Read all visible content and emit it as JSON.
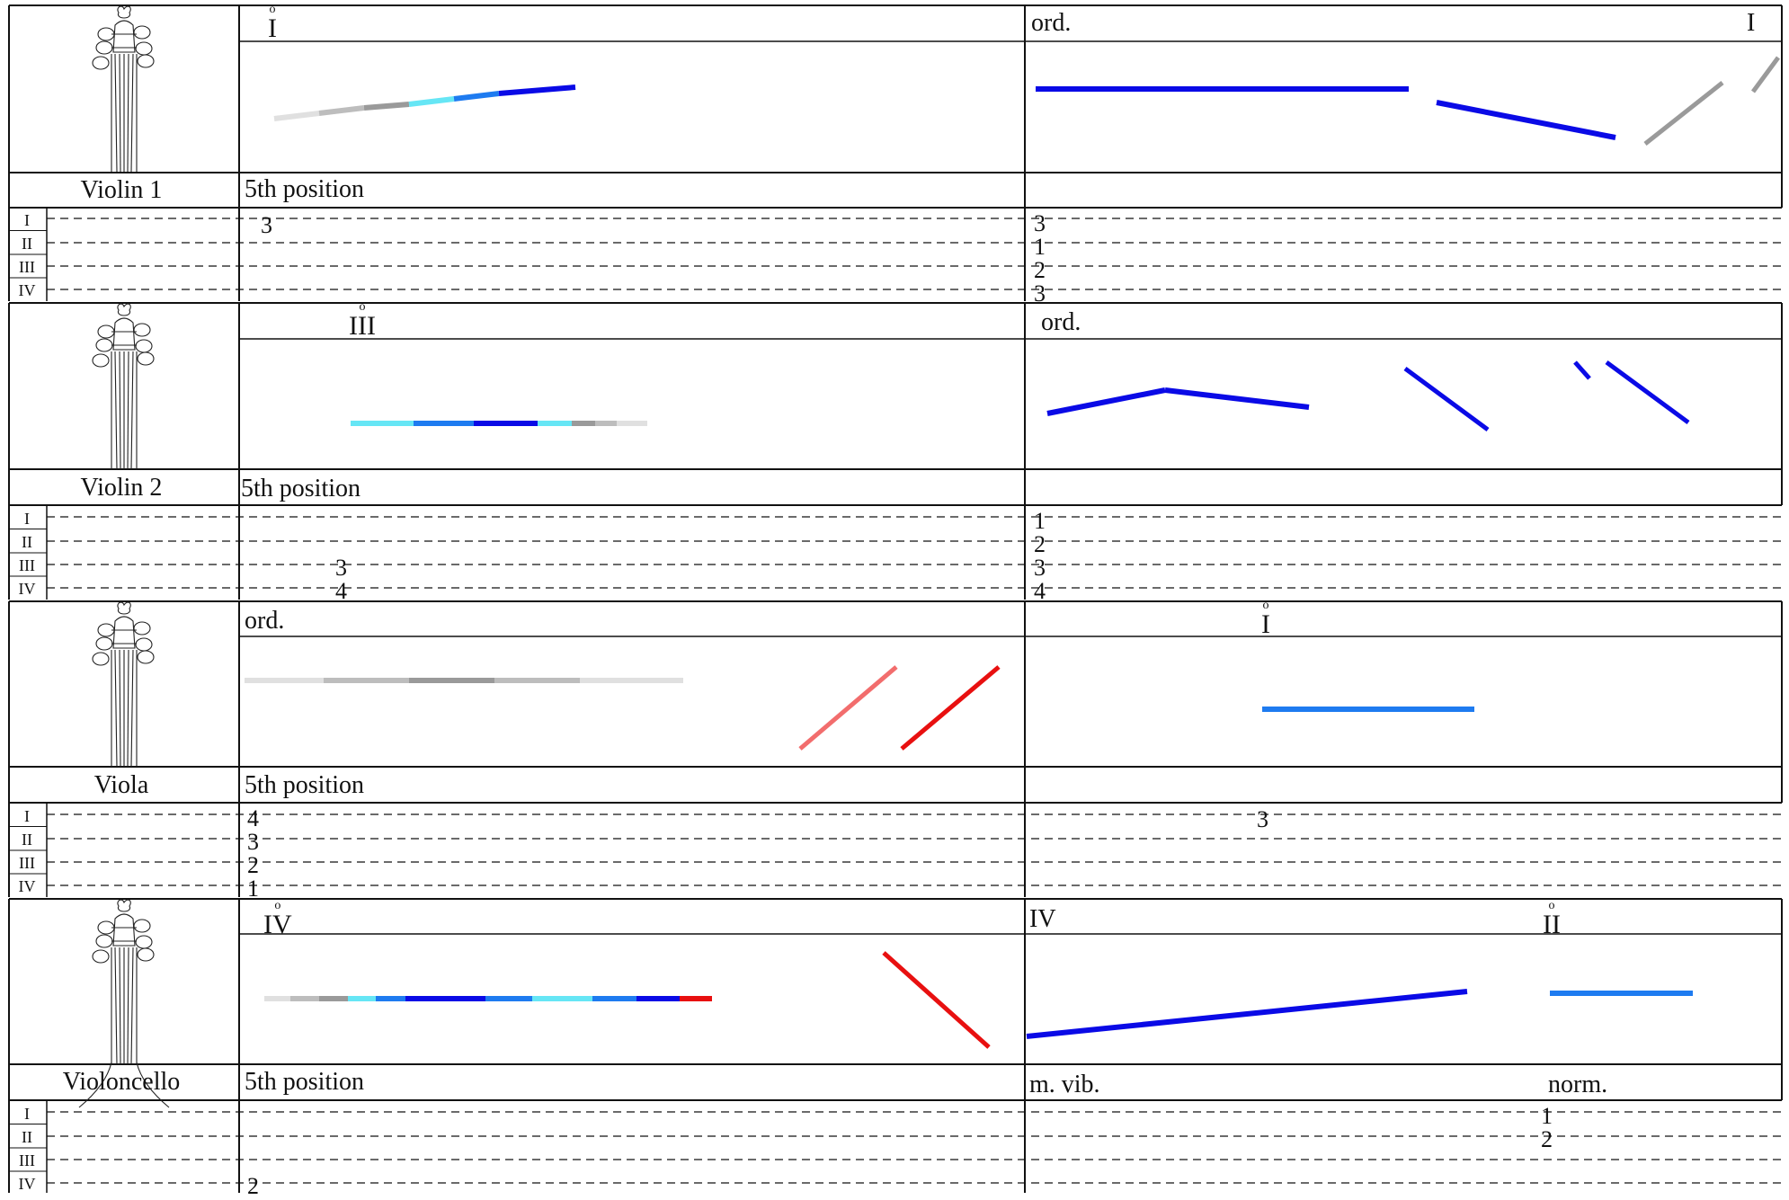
{
  "score": {
    "instruments": [
      {
        "name": "Violin  1",
        "position_label": "5th position",
        "strings": [
          "I",
          "II",
          "III",
          "IV"
        ],
        "left_top_text": "I",
        "left_top_harmonic": true,
        "right_top_text": "ord.",
        "right_top_text_2": "I",
        "left_fingerings": [
          {
            "string": "I",
            "finger": "3"
          }
        ],
        "right_fingerings": [
          {
            "string": "I",
            "finger": "3"
          },
          {
            "string": "II",
            "finger": "1"
          },
          {
            "string": "III",
            "finger": "2"
          },
          {
            "string": "IV",
            "finger": "3"
          }
        ]
      },
      {
        "name": "Violin  2",
        "position_label": "5th position",
        "strings": [
          "I",
          "II",
          "III",
          "IV"
        ],
        "left_top_text": "III",
        "left_top_harmonic": true,
        "right_top_text": "ord.",
        "left_fingerings": [
          {
            "string": "III",
            "finger": "3"
          },
          {
            "string": "IV",
            "finger": "4"
          }
        ],
        "right_fingerings": [
          {
            "string": "I",
            "finger": "1"
          },
          {
            "string": "II",
            "finger": "2"
          },
          {
            "string": "III",
            "finger": "3"
          },
          {
            "string": "IV",
            "finger": "4"
          }
        ]
      },
      {
        "name": "Viola",
        "position_label": "5th position",
        "strings": [
          "I",
          "II",
          "III",
          "IV"
        ],
        "left_top_text": "ord.",
        "right_top_text": "I",
        "right_top_harmonic": true,
        "left_fingerings": [
          {
            "string": "I",
            "finger": "4"
          },
          {
            "string": "II",
            "finger": "3"
          },
          {
            "string": "III",
            "finger": "2"
          },
          {
            "string": "IV",
            "finger": "1"
          }
        ],
        "right_fingerings": [
          {
            "string": "I",
            "finger": "3"
          }
        ]
      },
      {
        "name": "Violoncello",
        "position_label": "5th position",
        "strings": [
          "I",
          "II",
          "III",
          "IV"
        ],
        "left_top_text": "IV",
        "left_top_harmonic": true,
        "right_top_text": "IV",
        "right_top_text_2": "II",
        "right_top_text_2_harmonic": true,
        "right_bottom_text": "m. vib.",
        "right_bottom_text_2": "norm.",
        "left_fingerings": [
          {
            "string": "IV",
            "finger": "2"
          }
        ],
        "right_fingerings": [
          {
            "string": "I",
            "finger": "1"
          },
          {
            "string": "II",
            "finger": "2"
          }
        ]
      }
    ],
    "colors": {
      "line_black": "#111111",
      "blue_dark": "#0a0ae6",
      "blue_mid": "#1e7bf0",
      "cyan": "#66e6f5",
      "gray_light": "#e0e0e0",
      "gray_mid": "#bdbdbd",
      "gray_dark": "#9a9a9a",
      "red": "#e81010",
      "red_light": "#f26d6d"
    }
  }
}
